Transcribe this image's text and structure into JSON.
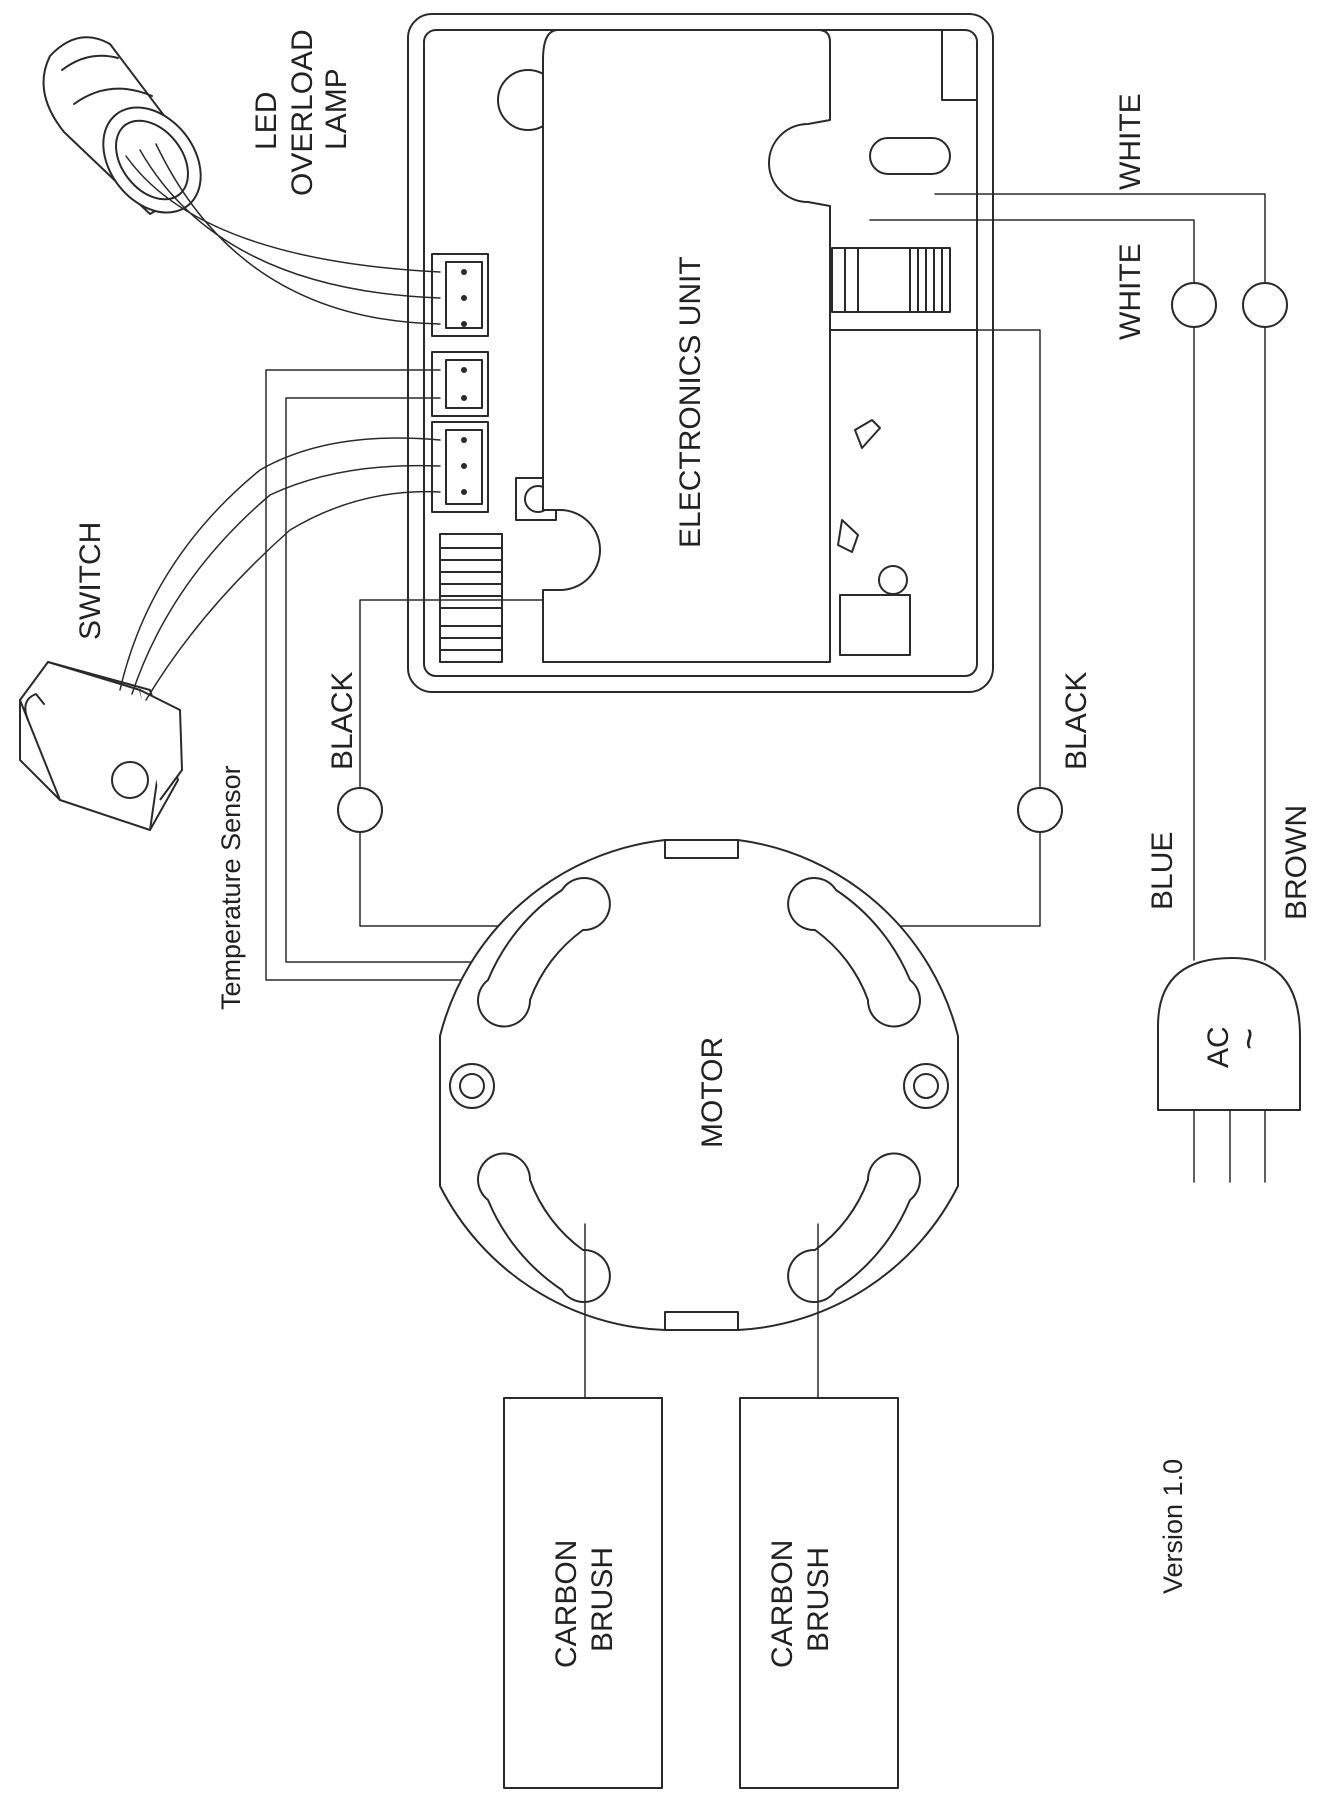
{
  "labels": {
    "led_overload_lamp": [
      "LED",
      "OVERLOAD",
      "LAMP"
    ],
    "switch": "SWITCH",
    "electronics_unit": "ELECTRONICS   UNIT",
    "white_top": "WHITE",
    "white_bottom": "WHITE",
    "black_left": "BLACK",
    "black_right": "BLACK",
    "temperature_sensor": "Temperature Sensor",
    "motor": "MOTOR",
    "blue": "BLUE",
    "brown": "BROWN",
    "ac": "AC",
    "ac_symbol": "~",
    "carbon_brush_1": [
      "CARBON",
      "BRUSH"
    ],
    "carbon_brush_2": [
      "CARBON",
      "BRUSH"
    ],
    "version": "Version 1.0"
  },
  "colors": {
    "line": "#2a2a2a",
    "background": "#ffffff",
    "shade": "#9a9a9a"
  }
}
